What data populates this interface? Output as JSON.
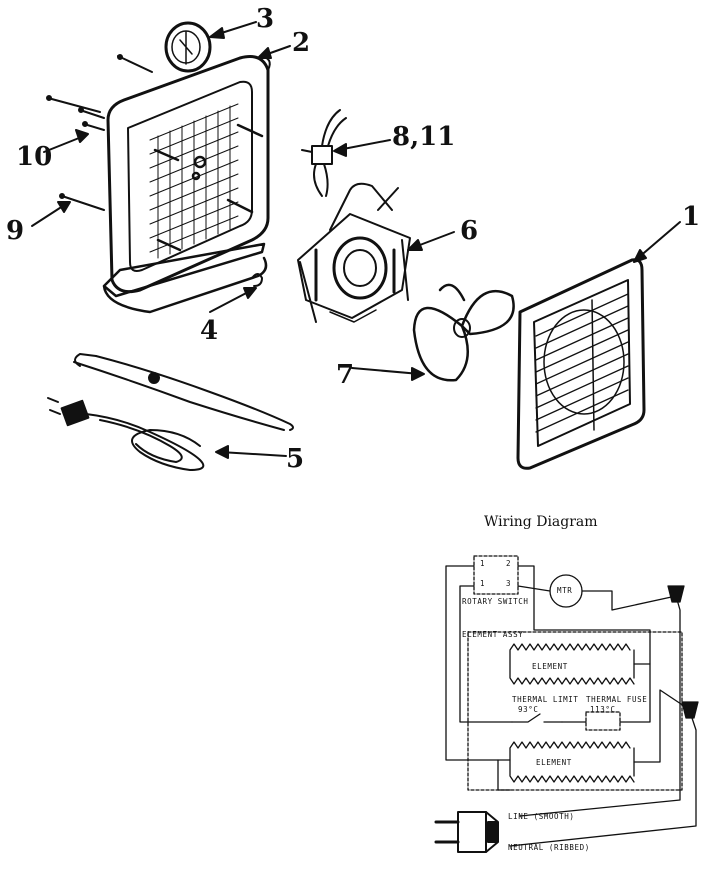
{
  "callouts": {
    "c1": "1",
    "c2": "2",
    "c3": "3",
    "c4": "4",
    "c5": "5",
    "c6": "6",
    "c7": "7",
    "c8_11": "8,11",
    "c9": "9",
    "c10": "10"
  },
  "wiring_diagram": {
    "title": "Wiring Diagram",
    "switch_pins": [
      "1",
      "2",
      "1",
      "3"
    ],
    "rotary_switch": "ROTARY SWITCH",
    "motor": "MTR",
    "element_assy": "ELEMENT ASSY",
    "element_top": "ELEMENT",
    "element_bottom": "ELEMENT",
    "thermal_limit": "THERMAL LIMIT",
    "thermal_limit_temp": "93°C",
    "thermal_fuse": "THERMAL FUSE",
    "thermal_fuse_temp": "113°C",
    "line": "LINE (SMOOTH)",
    "neutral": "NEUTRAL (RIBBED)"
  },
  "colors": {
    "ink": "#111111",
    "paper": "#ffffff"
  }
}
